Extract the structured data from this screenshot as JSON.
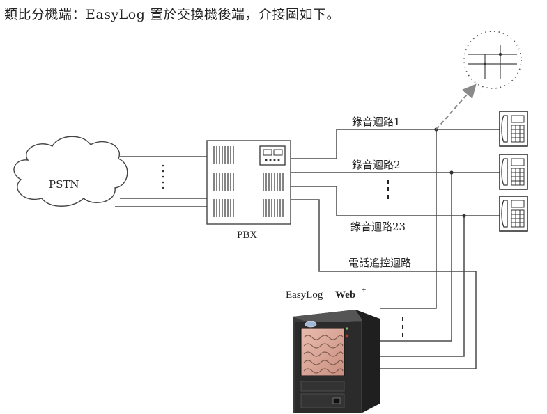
{
  "heading": "類比分機端：EasyLog 置於交換機後端，介接圖如下。",
  "labels": {
    "pstn": "PSTN",
    "pbx": "PBX",
    "line1": "錄音迴路1",
    "line2": "錄音迴路2",
    "line23": "錄音迴路23",
    "remote": "電話遙控迴路",
    "product": "EasyLog",
    "product_suffix": "Web",
    "product_sup": "+"
  },
  "icons": {
    "cloud": "cloud-icon",
    "pbx": "pbx-switch-icon",
    "phone": "telephone-icon",
    "recorder": "recorder-unit-icon",
    "zoom": "zoom-detail-circle-icon"
  },
  "colors": {
    "wire": "#4a4a4a",
    "dashed_arrow": "#8a8a8a",
    "recorder_body": "#2b2b2b",
    "recorder_panel": "#d9a79a"
  }
}
